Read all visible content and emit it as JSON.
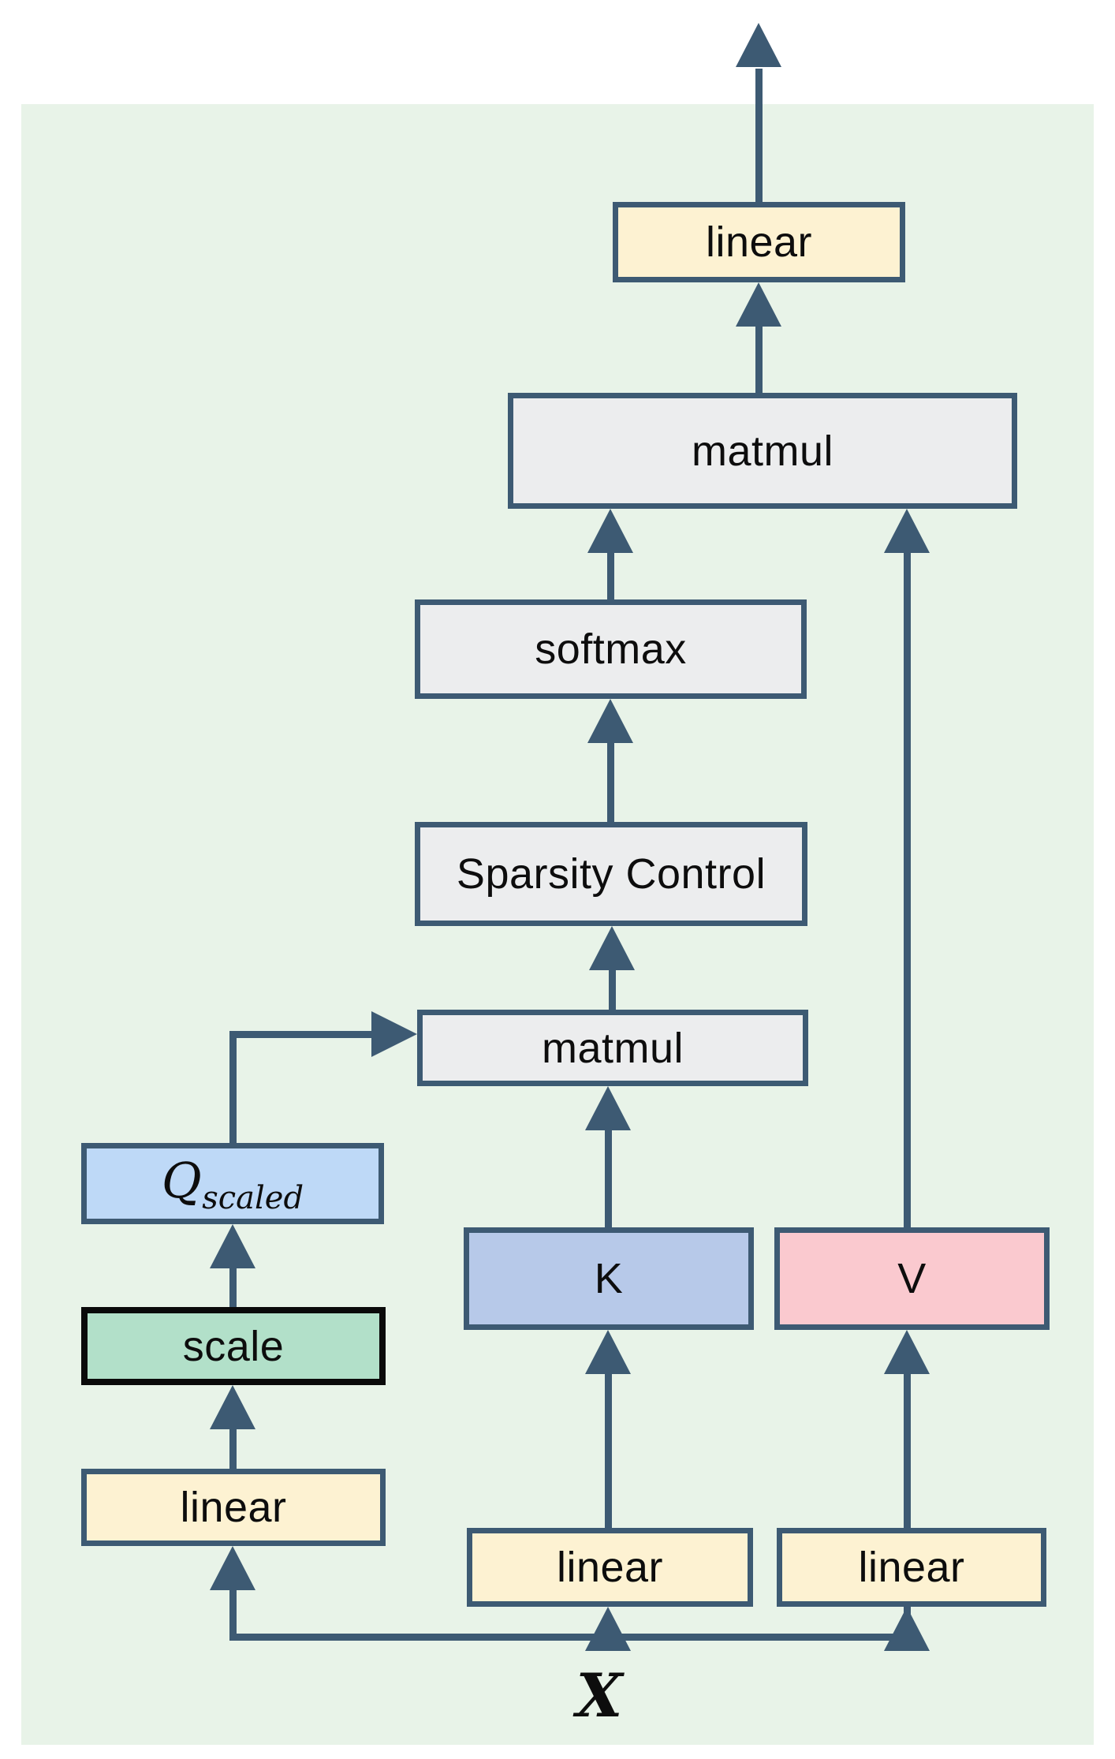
{
  "diagram": {
    "nodes": {
      "output_linear": "linear",
      "matmul_output": "matmul",
      "softmax": "softmax",
      "sparsity_control": "Sparsity Control",
      "matmul_attention": "matmul",
      "q_scaled_base": "Q",
      "q_scaled_sub": "scaled",
      "key": "K",
      "value": "V",
      "scale": "scale",
      "query_linear": "linear",
      "key_linear": "linear",
      "value_linear": "linear",
      "input": "X"
    },
    "colors": {
      "panel_background": "#e8f3e8",
      "box_border": "#3d5a73",
      "arrow": "#3d5a73",
      "linear_fill": "#fdf2d2",
      "operation_fill": "#ecedee",
      "q_scaled_fill": "#bed9f7",
      "key_fill": "#b7c9e9",
      "value_fill": "#fac9cf",
      "scale_fill": "#b2e0c9",
      "scale_border": "#0a0a0a",
      "text": "#0d0d0d"
    }
  }
}
